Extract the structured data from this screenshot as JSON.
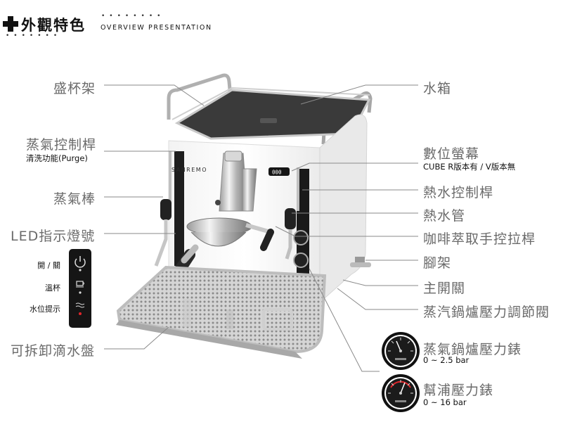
{
  "header": {
    "title": "外觀特色",
    "subtitle": "OVERVIEW PRESENTATION",
    "cross_icon": "plus-cross-icon"
  },
  "left_labels": {
    "cup_rack": "盛杯架",
    "steam_lever": "蒸氣控制桿",
    "steam_lever_sub": "清洗功能(Purge)",
    "steam_wand": "蒸氣棒",
    "led": "LED指示燈號",
    "drip_tray": "可拆卸滴水盤"
  },
  "led_panel": {
    "items": [
      {
        "label": "開 / 關",
        "icon": "power-icon"
      },
      {
        "label": "溫杯",
        "icon": "cup-icon"
      },
      {
        "label": "水位提示",
        "icon": "water-level-icon"
      }
    ]
  },
  "right_labels": {
    "tank": "水箱",
    "display": "數位螢幕",
    "display_sub": "CUBE R版本有 / V版本無",
    "hot_water_lever": "熱水控制桿",
    "hot_water_pipe": "熱水管",
    "handle_lever": "咖啡萃取手控拉桿",
    "feet": "腳架",
    "main_switch": "主開關",
    "pressure_valve": "蒸汽鍋爐壓力調節閥",
    "boiler_gauge": "蒸氣鍋爐壓力錶",
    "boiler_gauge_range": "0 ~ 2.5 bar",
    "pump_gauge": "幫浦壓力錶",
    "pump_gauge_range": "0 ~ 16 bar"
  },
  "machine": {
    "brand": "SANREMO",
    "display_value": "000"
  },
  "colors": {
    "label_gray": "#6a6a6a",
    "line_gray": "#8a8a8a",
    "panel_black": "#151515",
    "led_red": "#e0262b"
  }
}
